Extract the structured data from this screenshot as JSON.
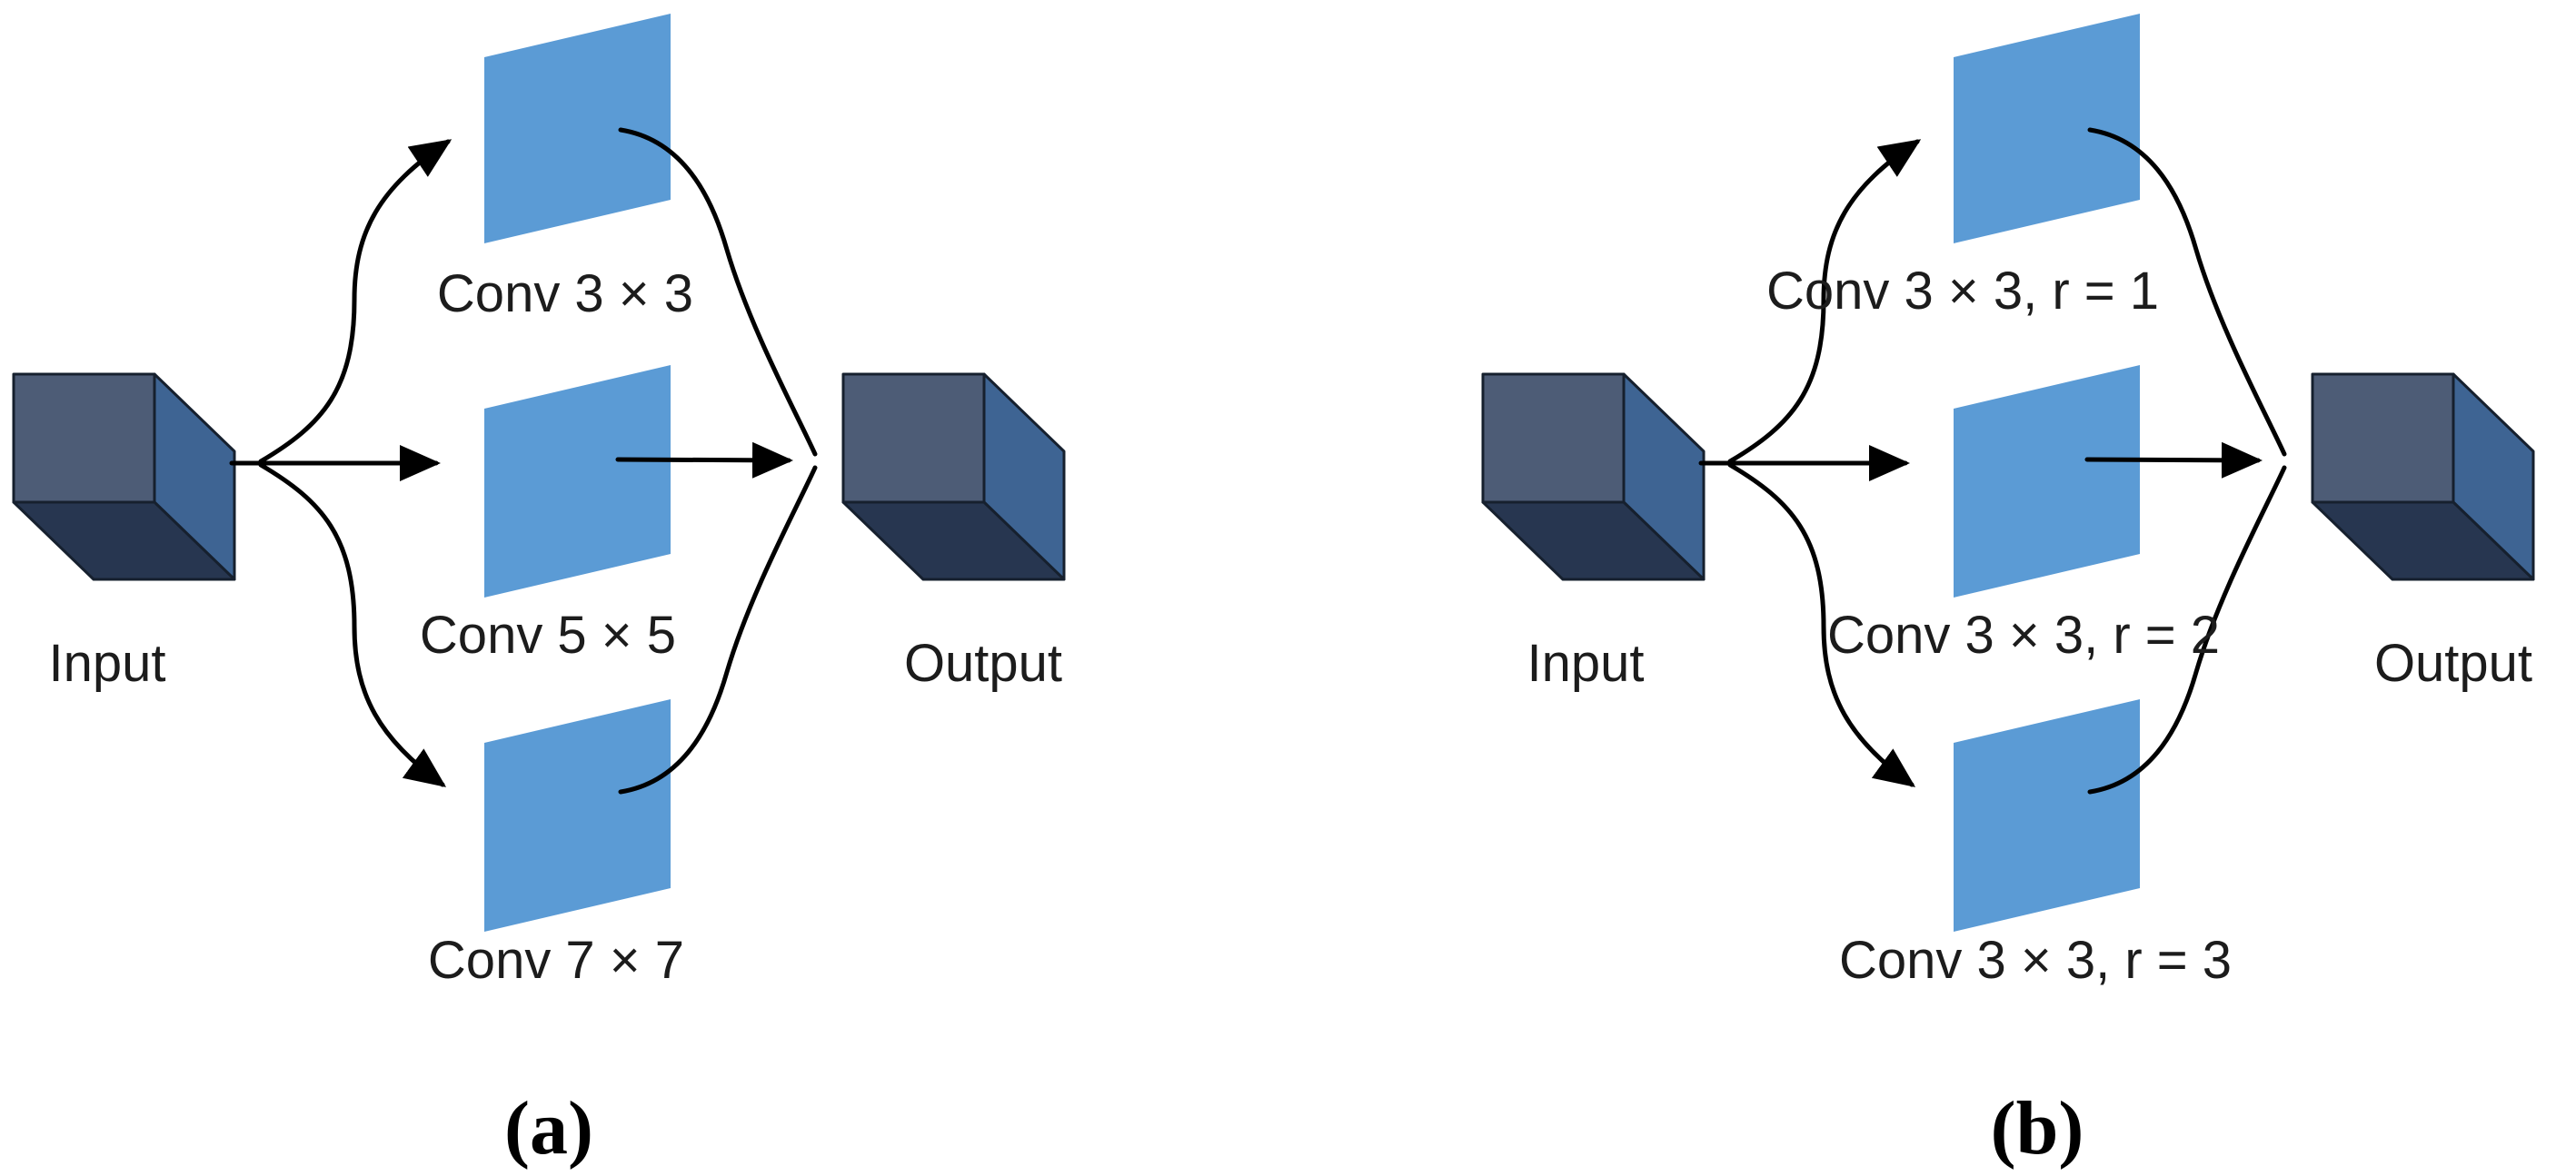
{
  "figure": {
    "panels": [
      {
        "caption": "(a)",
        "input_label": "Input",
        "output_label": "Output",
        "branches": [
          "Conv 3 × 3",
          "Conv 5 × 5",
          "Conv 7 × 7"
        ]
      },
      {
        "caption": "(b)",
        "input_label": "Input",
        "output_label": "Output",
        "branches": [
          "Conv 3 × 3, r = 1",
          "Conv 3 × 3, r = 2",
          "Conv 3 × 3, r = 3"
        ]
      }
    ]
  },
  "colors": {
    "background": "#ffffff",
    "conv_plane": "#5b9bd5",
    "box_front": "#4d5c76",
    "box_side": "#3e6493",
    "box_bottom": "#273650",
    "box_outline": "#16202e",
    "arrow": "#000000",
    "label_text": "#1c1c1c",
    "caption_text": "#000000"
  }
}
